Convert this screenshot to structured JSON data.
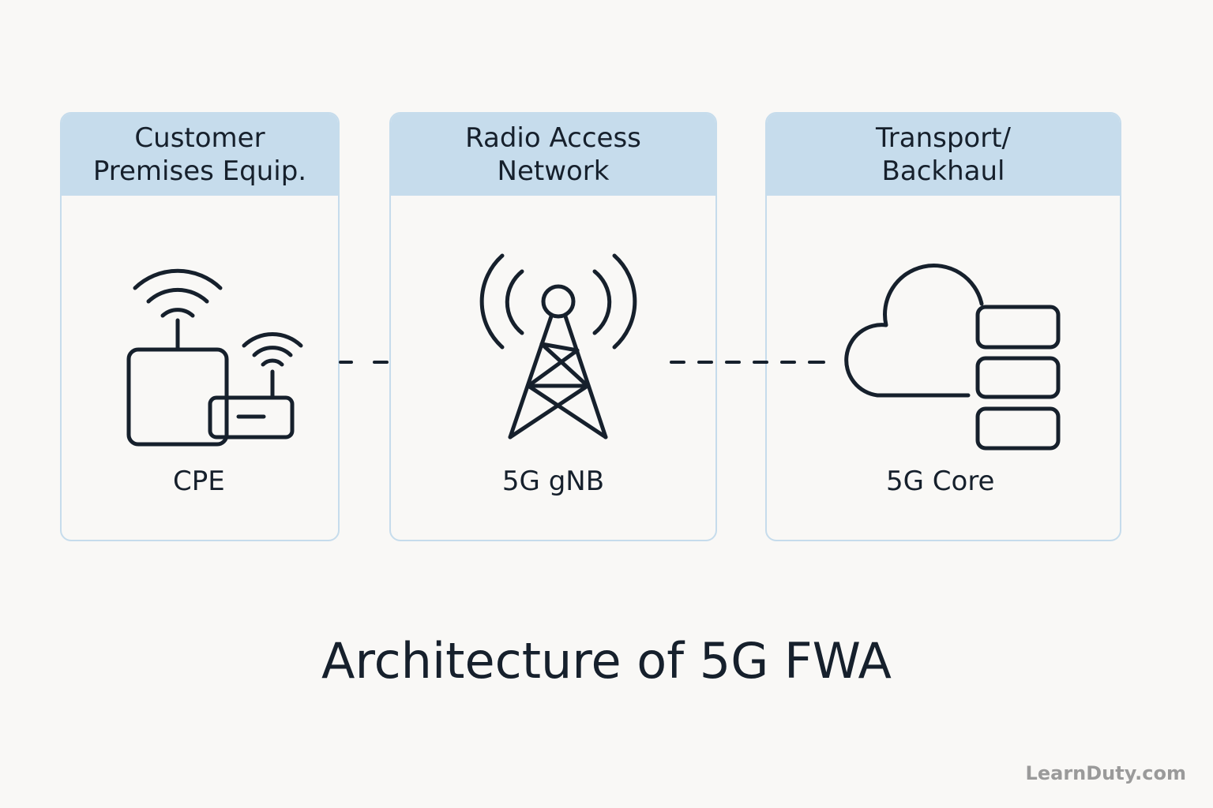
{
  "panels": [
    {
      "header_line1": "Customer",
      "header_line2": "Premises Equip.",
      "icon": "router-wifi-icon",
      "label": "CPE"
    },
    {
      "header_line1": "Radio Access",
      "header_line2": "Network",
      "icon": "cell-tower-icon",
      "label": "5G gNB"
    },
    {
      "header_line1": "Transport/",
      "header_line2": "Backhaul",
      "icon": "cloud-servers-icon",
      "label": "5G Core"
    }
  ],
  "title": "Architecture of 5G FWA",
  "watermark": "LearnDuty.com",
  "colors": {
    "background": "#f9f8f6",
    "header_fill": "#c6dcec",
    "panel_border": "#c6dcec",
    "stroke": "#16202c",
    "watermark": "#9a9a9a"
  }
}
